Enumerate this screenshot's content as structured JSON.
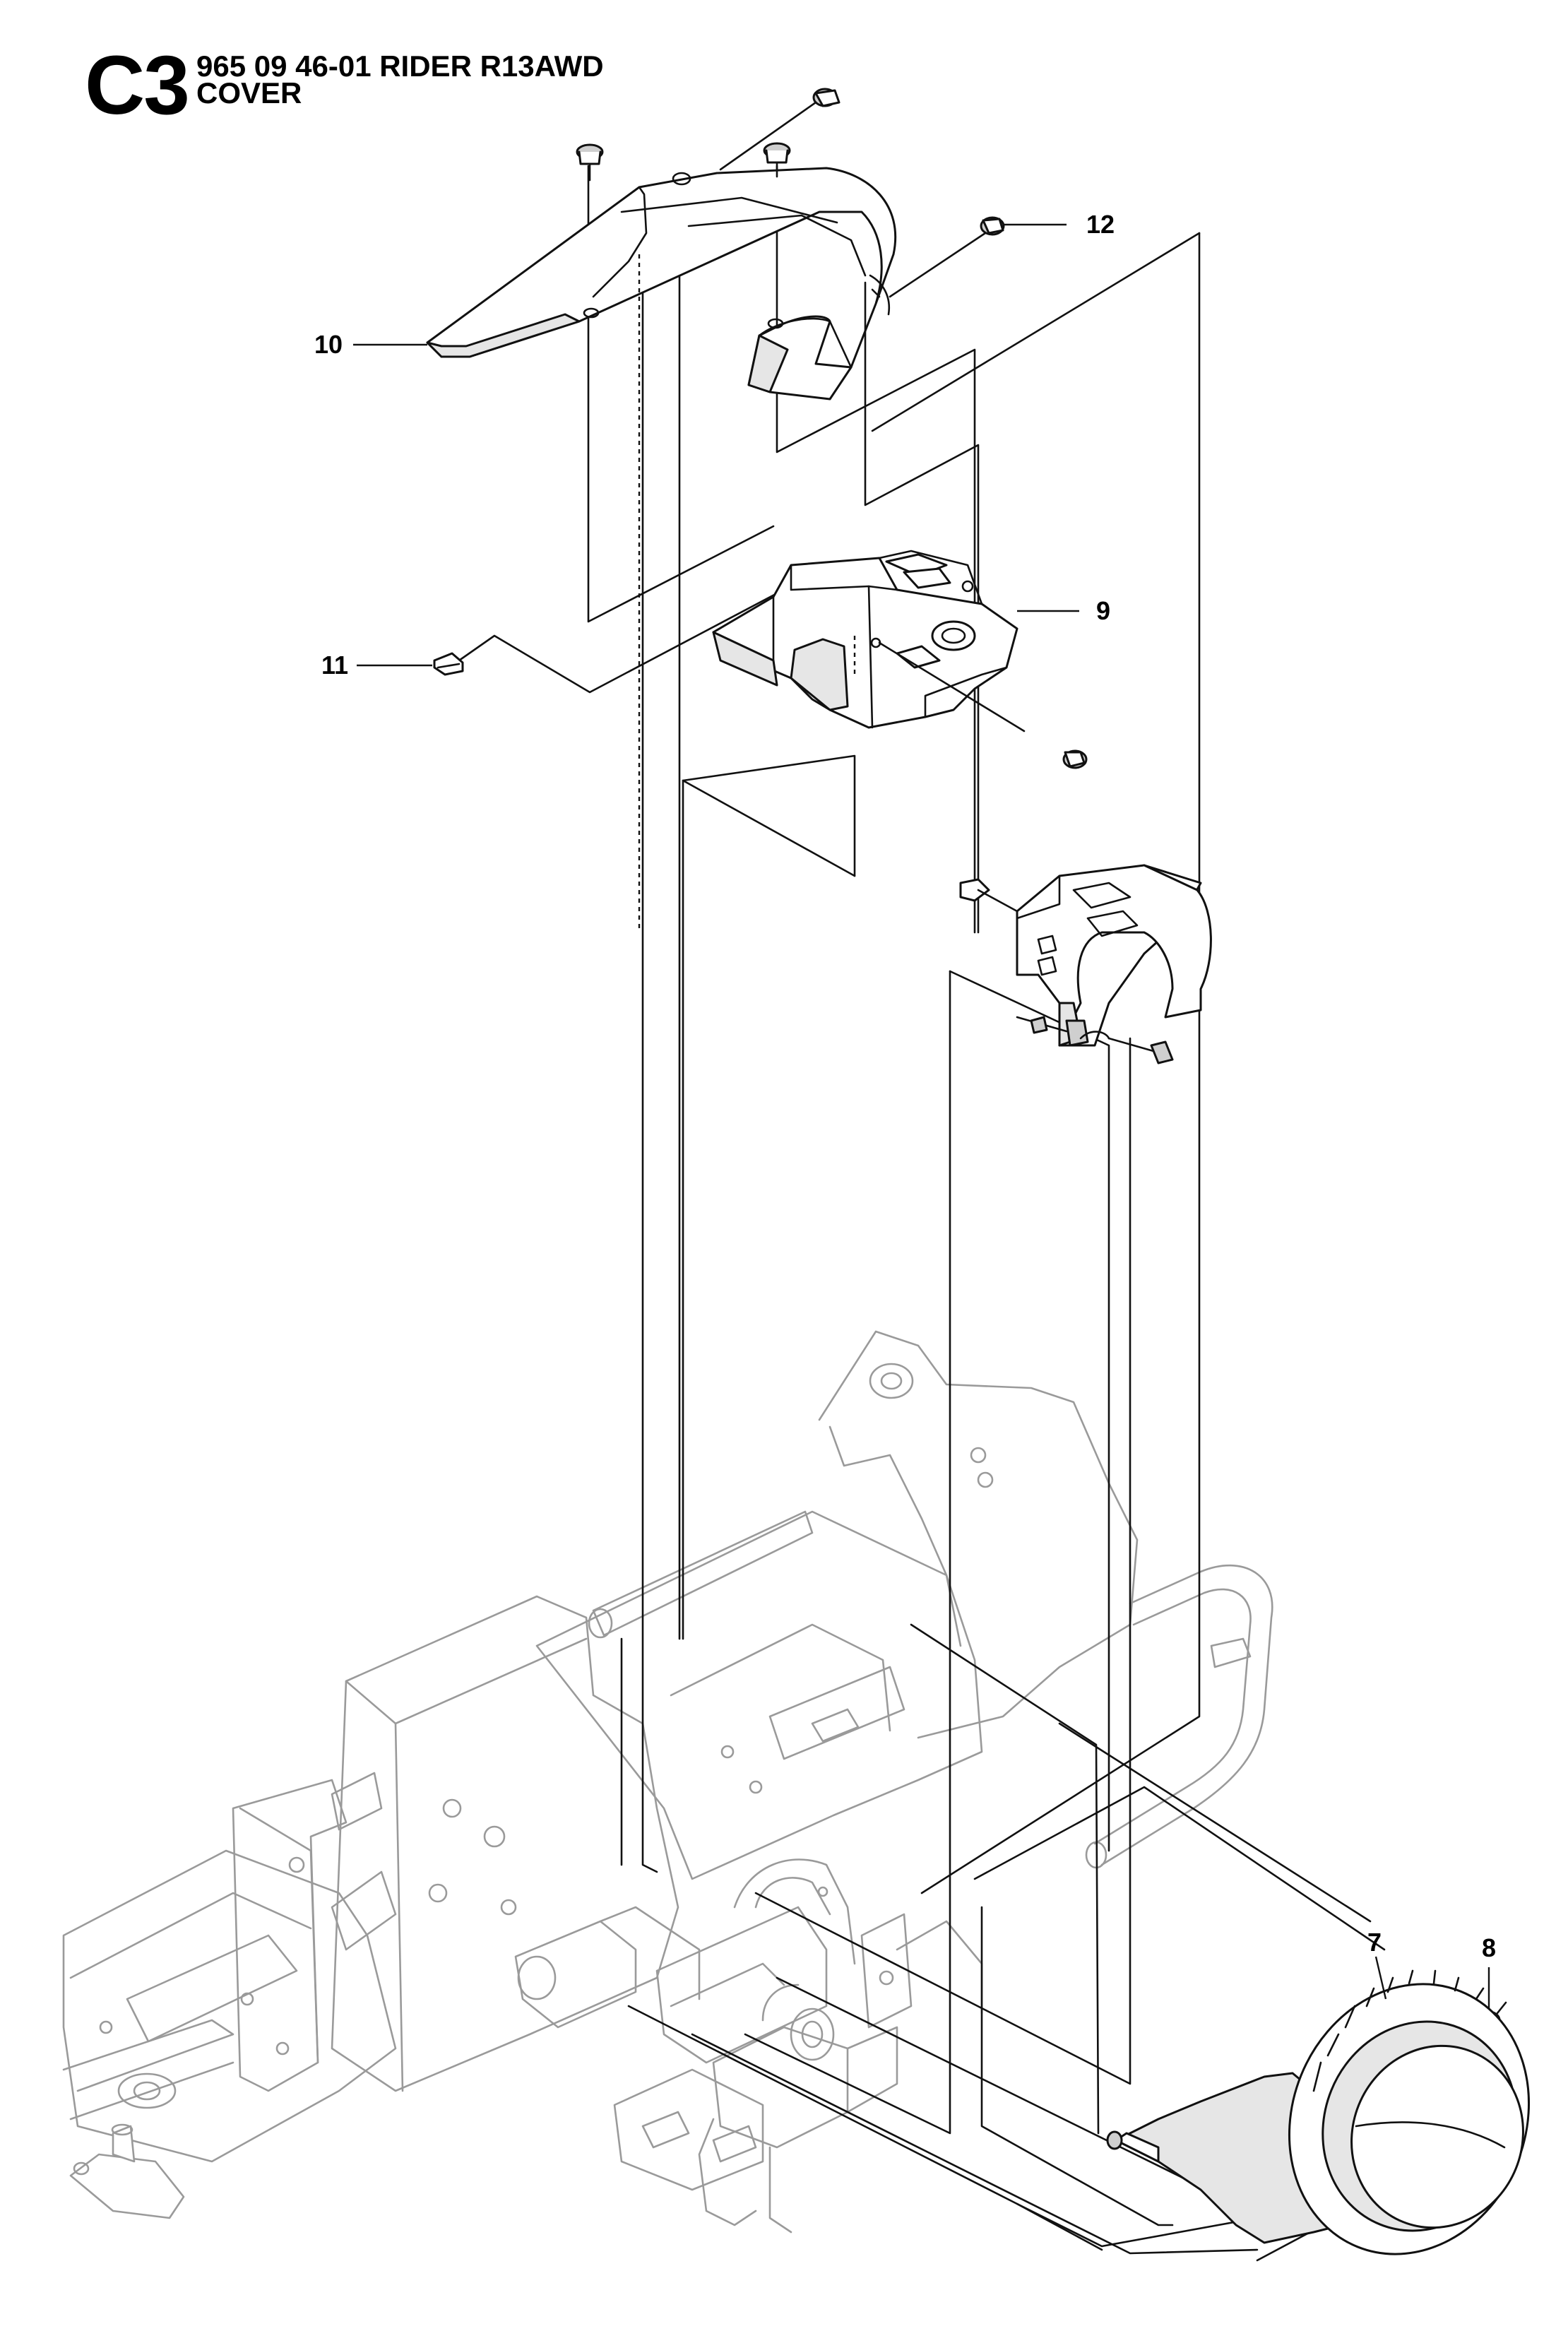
{
  "header": {
    "section_code": "C3",
    "model_line": "965 09 46-01 RIDER R13AWD",
    "group_name": "COVER"
  },
  "callouts": [
    "10",
    "12",
    "11",
    "9",
    "7",
    "8"
  ],
  "colors": {
    "line": "#111111",
    "ghost_line": "#9a9a9a",
    "background": "#ffffff"
  }
}
